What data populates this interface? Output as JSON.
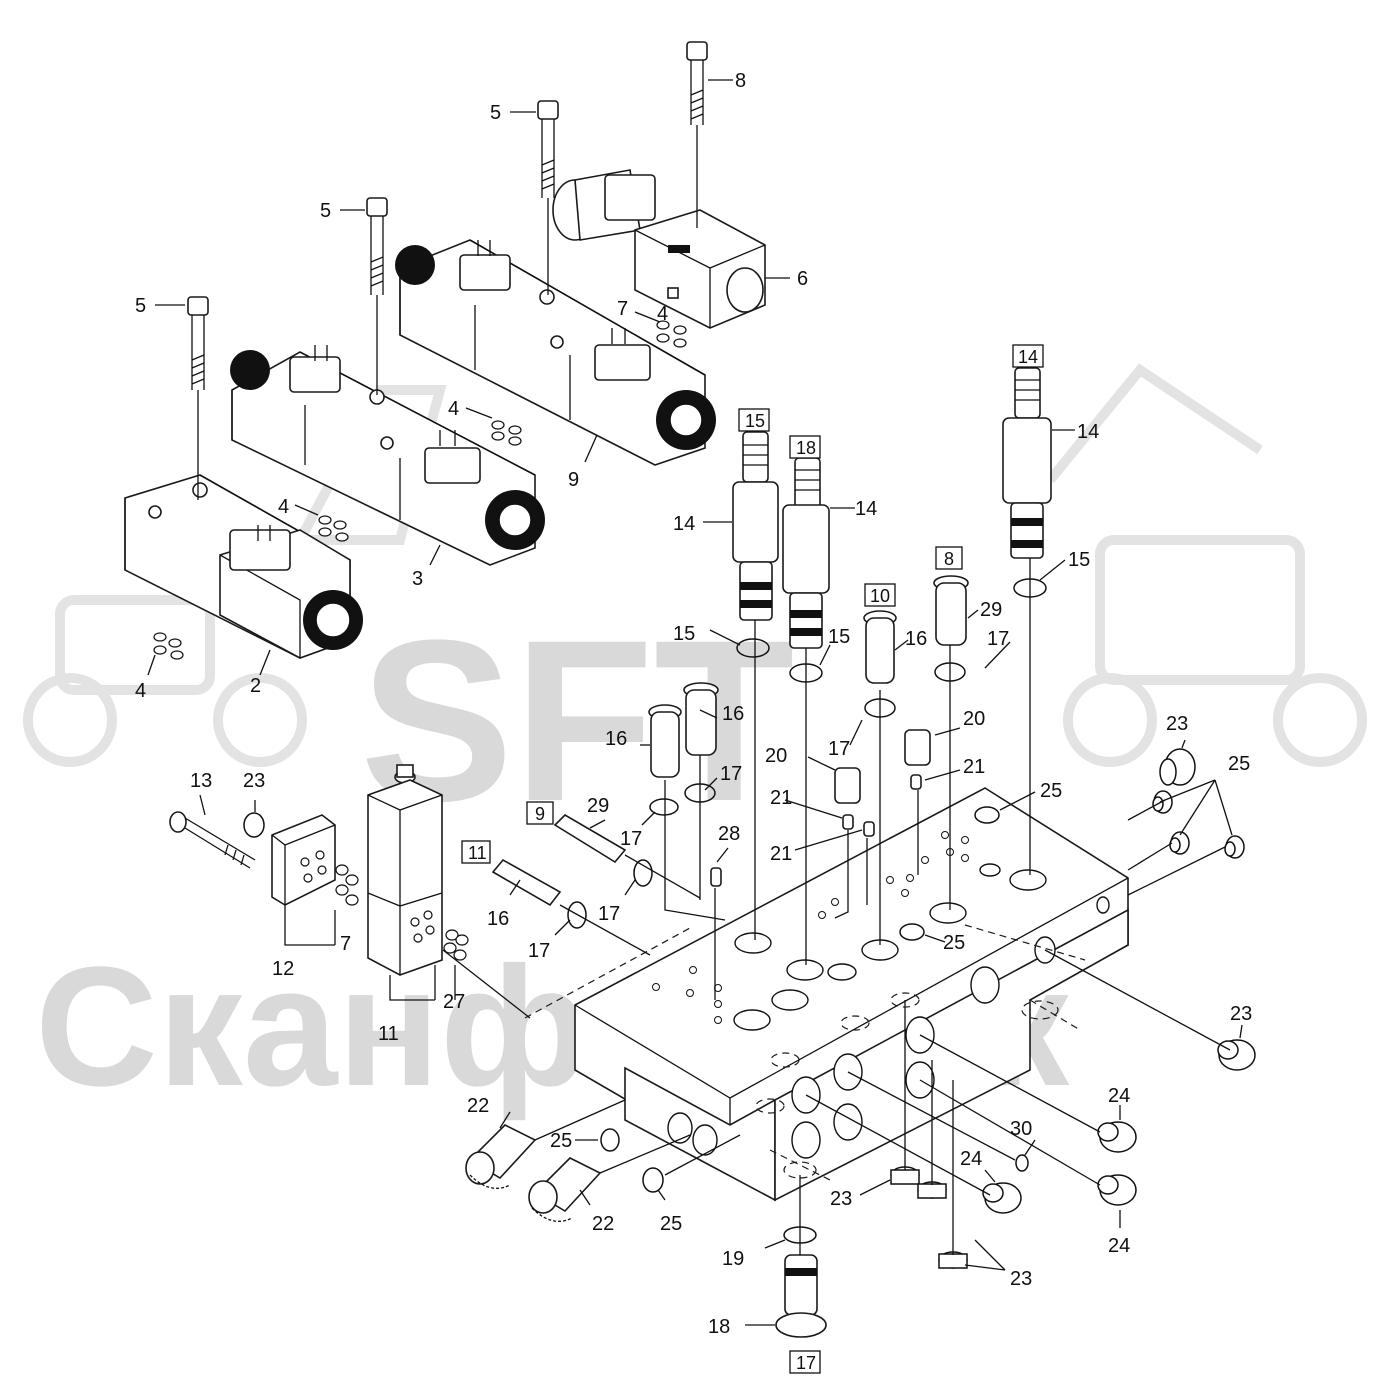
{
  "watermark": {
    "brand": "SFT",
    "company": "СканфорТек"
  },
  "callouts": [
    "2",
    "3",
    "4",
    "4",
    "4",
    "4",
    "5",
    "5",
    "5",
    "6",
    "7",
    "7",
    "8",
    "9",
    "11",
    "12",
    "13",
    "14",
    "14",
    "14",
    "14",
    "15",
    "15",
    "15",
    "15",
    "16",
    "16",
    "16",
    "16",
    "17",
    "17",
    "17",
    "17",
    "17",
    "17",
    "18",
    "19",
    "20",
    "20",
    "21",
    "21",
    "21",
    "22",
    "22",
    "23",
    "23",
    "23",
    "23",
    "23",
    "23",
    "24",
    "24",
    "24",
    "25",
    "25",
    "25",
    "25",
    "25",
    "27",
    "28",
    "29",
    "29",
    "30"
  ],
  "boxed_refs": [
    "15",
    "18",
    "14",
    "8",
    "10",
    "9",
    "11",
    "17"
  ],
  "colors": {
    "line": "#111111",
    "watermark": "#d9d9d9"
  }
}
